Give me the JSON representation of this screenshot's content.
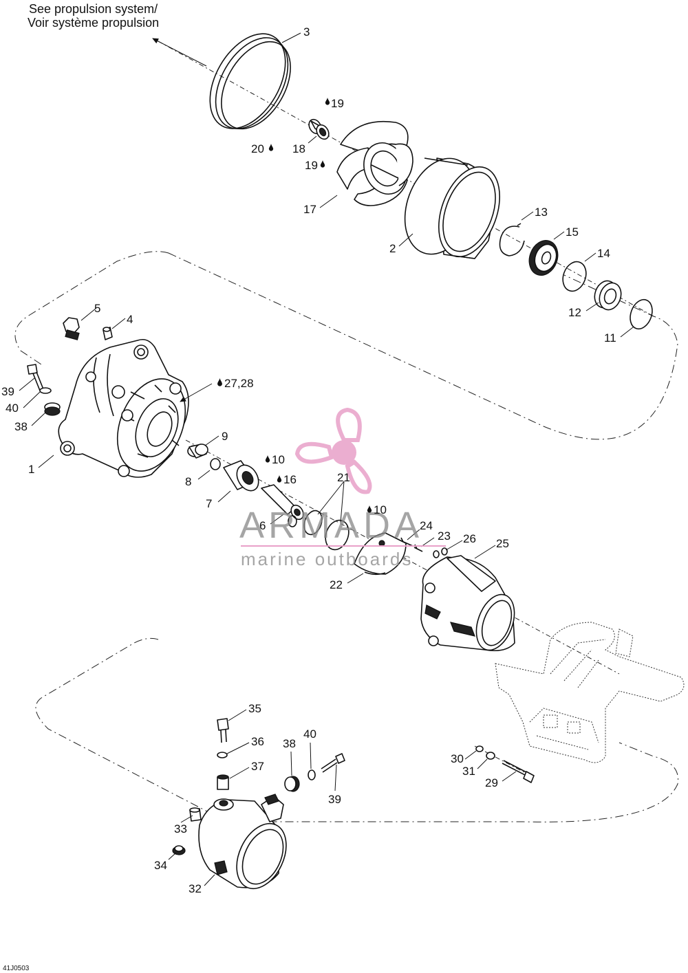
{
  "note": {
    "line1": "See propulsion system/",
    "line2": "Voir système propulsion"
  },
  "drawing_code": "41J0503",
  "watermark": {
    "brand": "ARMADA",
    "tagline": "marine outboards",
    "color_accent": "#e8a0c8",
    "color_text": "#888888"
  },
  "callouts": {
    "c1": "1",
    "c2": "2",
    "c3": "3",
    "c4": "4",
    "c5": "5",
    "c6": "6",
    "c7": "7",
    "c8": "8",
    "c9": "9",
    "c10a": "10",
    "c10b": "10",
    "c11": "11",
    "c12": "12",
    "c13": "13",
    "c14": "14",
    "c15": "15",
    "c16": "16",
    "c17": "17",
    "c18": "18",
    "c19a": "19",
    "c19b": "19",
    "c20": "20",
    "c21": "21",
    "c22": "22",
    "c23": "23",
    "c24": "24",
    "c25": "25",
    "c26": "26",
    "c2728": "27,28",
    "c29": "29",
    "c30": "30",
    "c31": "31",
    "c32": "32",
    "c33": "33",
    "c34": "34",
    "c35": "35",
    "c36": "36",
    "c37": "37",
    "c38a": "38",
    "c38b": "38",
    "c39a": "39",
    "c39b": "39",
    "c40a": "40",
    "c40b": "40"
  },
  "icons": {
    "lubricant": "oil-drop-icon",
    "arrow": "arrow-icon"
  }
}
